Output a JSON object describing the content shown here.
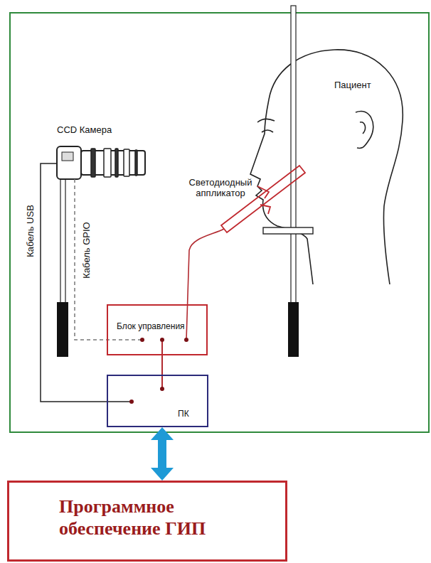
{
  "diagram": {
    "nodes": [
      {
        "text": [
          "Блок управления"
        ]
      },
      {
        "text": [
          "ПК"
        ]
      },
      {
        "text": [
          "Программное обеспечение ГИП"
        ]
      }
    ],
    "edges": [
      {
        "from": 0,
        "to": 1,
        "arrow": "none"
      },
      {
        "from": 1,
        "to": 2,
        "arrow": "both"
      }
    ],
    "labels": [
      "CCD Камера",
      "Кабель USB",
      "Кабель GPIO",
      "Светодиодный аппликатор",
      "Пациент"
    ]
  }
}
